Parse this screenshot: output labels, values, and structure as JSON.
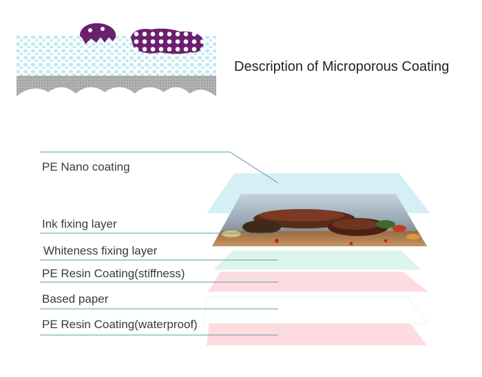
{
  "header": {
    "title": "Description of Microporous Coating"
  },
  "layers": [
    {
      "label": "PE Nano coating"
    },
    {
      "label": "Ink fixing layer"
    },
    {
      "label": "Whiteness fixing layer"
    },
    {
      "label": "PE Resin Coating(stiffness)"
    },
    {
      "label": "Based paper"
    },
    {
      "label": "PE Resin Coating(waterproof)"
    }
  ],
  "colors": {
    "leader_line": "#5b9aa6",
    "nano_layer": "#cfeef4",
    "whiteness_layer": "#d8f3ea",
    "resin_layer": "#fbd6dc",
    "ink_dot": "#6b1f6e",
    "microporous_dots": "#bfe9f2",
    "base_gray": "#a7a7a7"
  }
}
